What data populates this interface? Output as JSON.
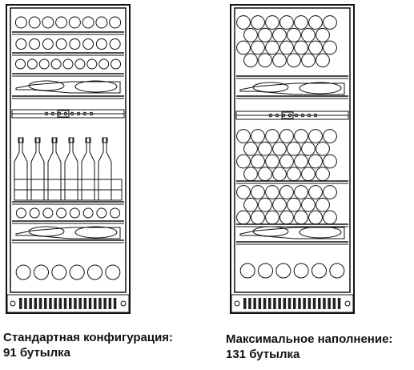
{
  "configurations": [
    {
      "id": "standard",
      "caption_line1": "Стандартная конфигурация:",
      "caption_line2": "91 бутылка"
    },
    {
      "id": "max",
      "caption_line1": "Максимальное наполнение:",
      "caption_line2": "131 бутылка"
    }
  ],
  "colors": {
    "stroke": "#111111",
    "background": "#ffffff",
    "vent": "#222222"
  }
}
